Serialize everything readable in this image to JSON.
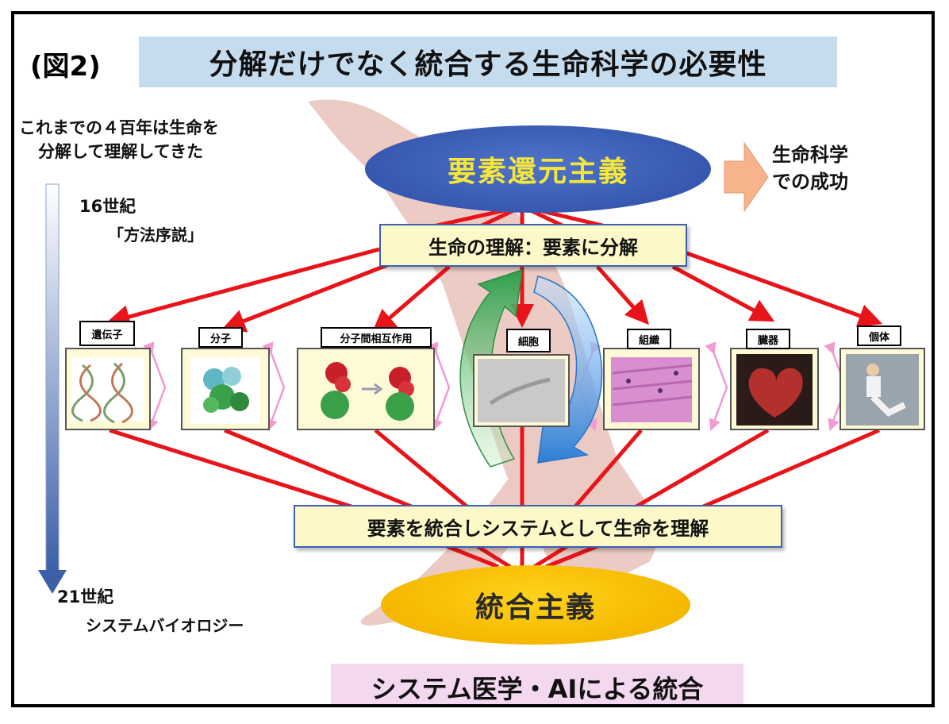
{
  "figure_label": "(図2)",
  "title": "分解だけでなく統合する生命科学の必要性",
  "left_note": [
    "これまでの４百年は生命を",
    "分解して理解してきた"
  ],
  "timeline": {
    "start_century": "16世紀",
    "start_sub": "「方法序説」",
    "end_century": "21世紀",
    "end_sub": "システムバイオロジー"
  },
  "top_concept": "要素還元主義",
  "success_note": [
    "生命科学",
    "での成功"
  ],
  "decompose_box": "生命の理解：要素に分解",
  "elements": [
    {
      "label": "遺伝子",
      "icon": "dna-icon"
    },
    {
      "label": "分子",
      "icon": "protein-structure-icon"
    },
    {
      "label": "分子間相互作用",
      "icon": "protein-interaction-icon"
    },
    {
      "label": "細胞",
      "icon": "cell-micrograph-icon"
    },
    {
      "label": "組織",
      "icon": "tissue-micrograph-icon"
    },
    {
      "label": "臓器",
      "icon": "heart-organ-icon"
    },
    {
      "label": "個体",
      "icon": "person-exercise-icon"
    }
  ],
  "integrate_box": "要素を統合しシステムとして生命を理解",
  "bottom_concept": "統合主義",
  "bottom_band": "システム医学・AIによる統合",
  "colors": {
    "title_band": "#c5dcef",
    "arrow_red": "#e8141a",
    "top_ellipse": "#3658b0",
    "top_text": "#f5e63a",
    "bottom_ellipse": "#f5b800",
    "bottom_band": "#f3d8f0",
    "box_fill": "#fdf8c8",
    "cycle_green": "#3fae5a",
    "cycle_blue": "#3c8fe0",
    "timeline_blue": "#3c5fa8",
    "success_arrow": "#f6b38c"
  }
}
